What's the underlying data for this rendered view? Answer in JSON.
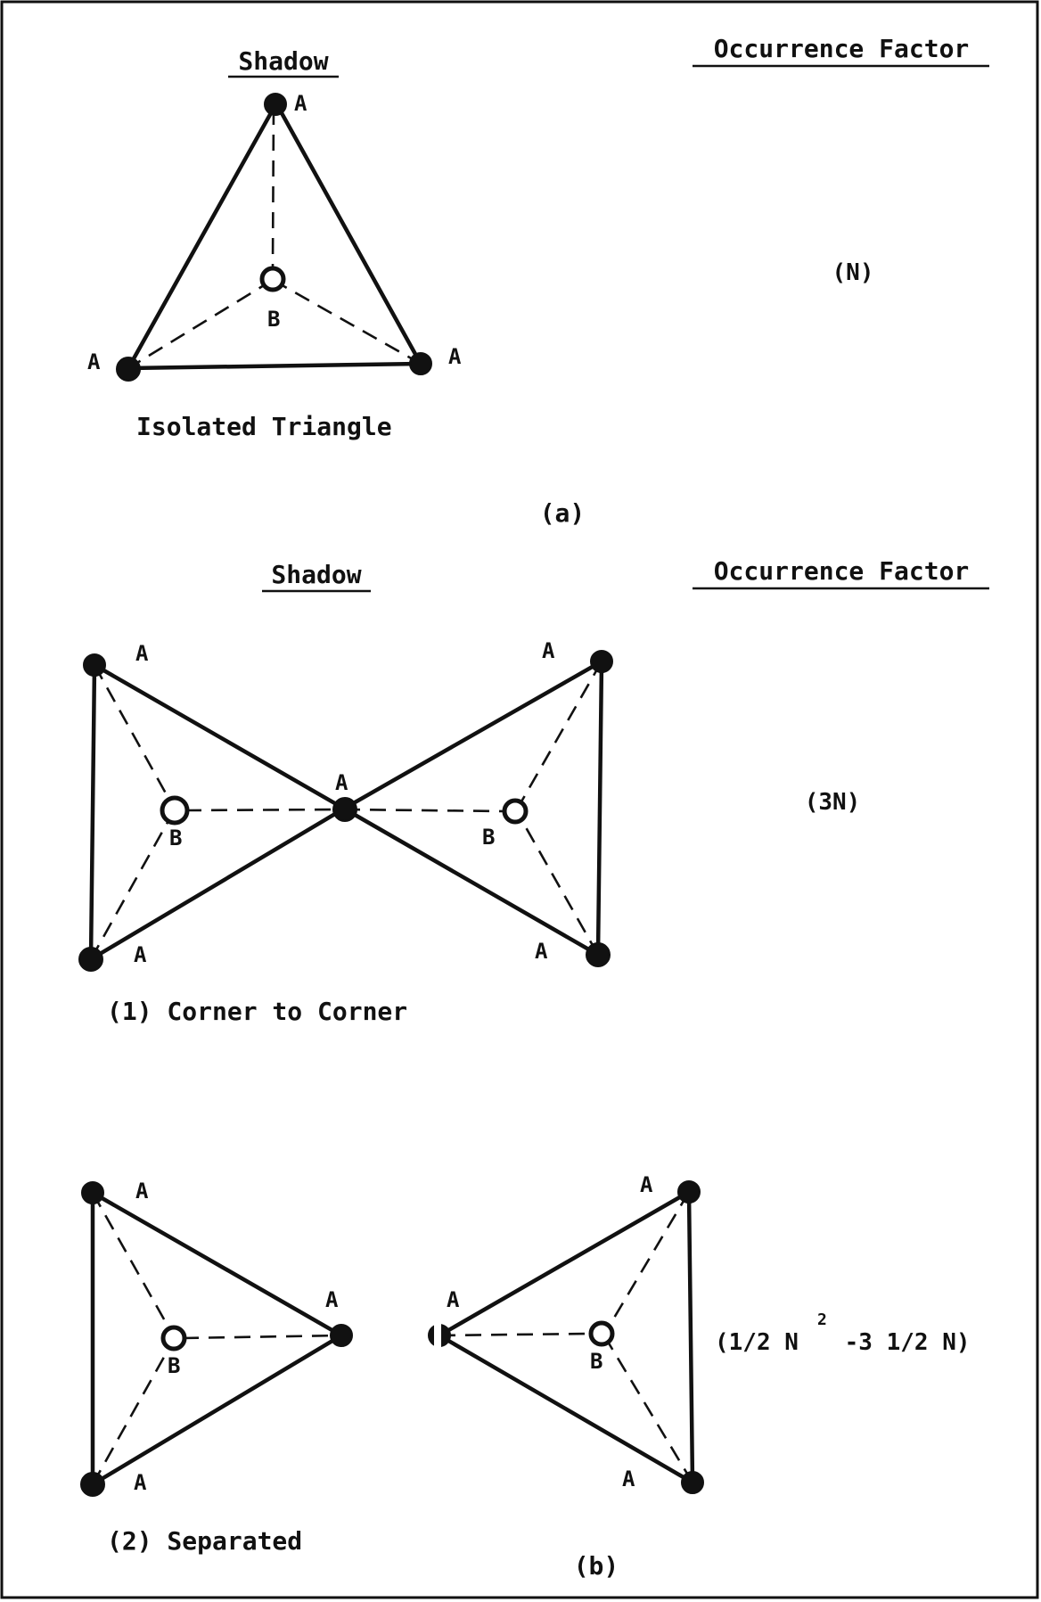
{
  "part_a": {
    "shadow_heading": "Shadow",
    "occurrence_heading": "Occurrence Factor",
    "vertex_a": "A",
    "vertex_b": "B",
    "caption": "Isolated Triangle",
    "factor": "(N)",
    "label": "(a)"
  },
  "part_b": {
    "shadow_heading": "Shadow",
    "occurrence_heading": "Occurrence Factor",
    "vertex_a": "A",
    "vertex_b": "B",
    "corner": {
      "caption": "(1) Corner to Corner",
      "factor": "(3N)"
    },
    "separated": {
      "caption": "(2) Separated",
      "factor_prefix": "(1/2 N",
      "factor_exponent": "2",
      "factor_suffix": " -3 1/2 N)"
    },
    "label": "(b)"
  }
}
